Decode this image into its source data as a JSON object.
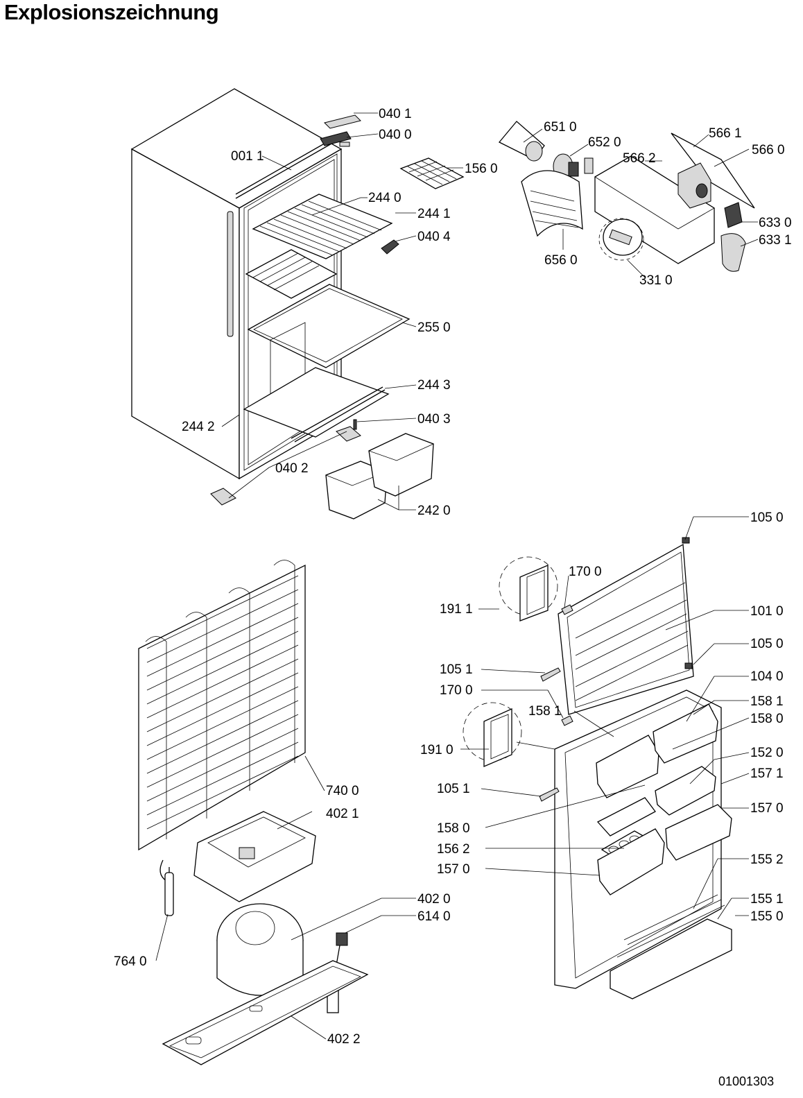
{
  "title": "Explosionszeichnung",
  "document_number": "01001303",
  "parts": {
    "p0401": "040 1",
    "p0400": "040 0",
    "p0011": "001 1",
    "p1560": "156 0",
    "p2440": "244 0",
    "p2441": "244 1",
    "p0404": "040 4",
    "p2550": "255 0",
    "p2443": "244 3",
    "p2442": "244 2",
    "p0403": "040 3",
    "p0402": "040 2",
    "p2420": "242 0",
    "p6510": "651 0",
    "p6520": "652 0",
    "p5661": "566 1",
    "p5660": "566 0",
    "p5662": "566 2",
    "p6330": "633 0",
    "p6331": "633 1",
    "p6560": "656 0",
    "p3310": "331 0",
    "p1050a": "105 0",
    "p1700a": "170 0",
    "p1911": "191 1",
    "p1010": "101 0",
    "p1050b": "105 0",
    "p1051a": "105 1",
    "p1040": "104 0",
    "p1700b": "170 0",
    "p1581a": "158 1",
    "p1581b": "158 1",
    "p1580a": "158 0",
    "p1910": "191 0",
    "p1520": "152 0",
    "p1571": "157 1",
    "p1051b": "105 1",
    "p1570a": "157 0",
    "p1580b": "158 0",
    "p1562": "156 2",
    "p1552": "155 2",
    "p1570b": "157 0",
    "p1551": "155 1",
    "p1550": "155 0",
    "p7400": "740 0",
    "p4021": "402 1",
    "p4020": "402 0",
    "p6140": "614 0",
    "p7640": "764 0",
    "p4022": "402 2"
  }
}
